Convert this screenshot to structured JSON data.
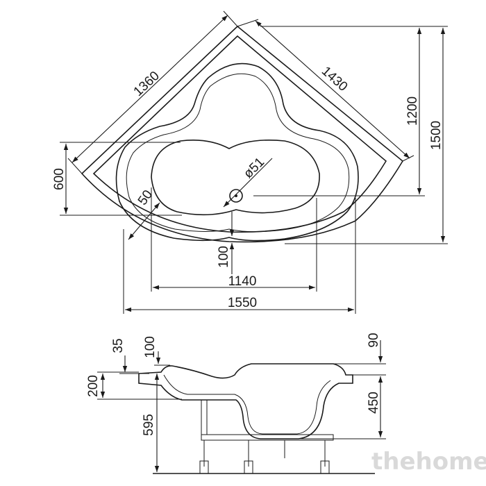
{
  "plan_view": {
    "dims": {
      "side_left": "1360",
      "side_right": "1430",
      "height_inner": "1200",
      "height_outer": "1500",
      "depth_600": "600",
      "rim_50": "50",
      "drain_diameter": "ø51",
      "offset_100": "100",
      "width_inner": "1140",
      "width_outer": "1550"
    }
  },
  "side_view": {
    "dims": {
      "rim_35": "35",
      "rim_100": "100",
      "rim_200": "200",
      "height_595": "595",
      "rim_90": "90",
      "depth_450": "450"
    }
  },
  "watermark": "thehome"
}
